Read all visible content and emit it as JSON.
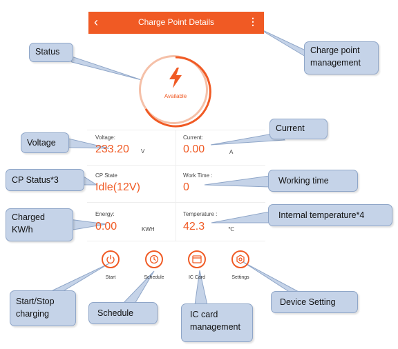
{
  "app": {
    "title": "Charge Point Details",
    "back_icon": "chevron-left-icon",
    "menu_icon": "more-vertical-icon"
  },
  "status": {
    "label": "Available",
    "icon": "lightning-bolt-icon",
    "accent": "#f05a24"
  },
  "readings": {
    "voltage": {
      "label": "Voltage:",
      "value": "233.20",
      "unit": "V"
    },
    "current": {
      "label": "Current:",
      "value": "0.00",
      "unit": "A"
    },
    "cp_state": {
      "label": "CP State",
      "value": "Idle(12V)"
    },
    "work_time": {
      "label": "Work Time :",
      "value": "0"
    },
    "energy": {
      "label": "Energy:",
      "value": "0.00",
      "unit": "KWH"
    },
    "temperature": {
      "label": "Temperature :",
      "value": "42.3",
      "unit": "℃"
    }
  },
  "actions": [
    {
      "label": "Start",
      "icon": "power-icon"
    },
    {
      "label": "Schedule",
      "icon": "clock-icon"
    },
    {
      "label": "IC Card",
      "icon": "card-icon"
    },
    {
      "label": "Settings",
      "icon": "gear-icon"
    }
  ],
  "callouts": {
    "status": "Status",
    "cp_management": [
      "Charge point",
      "management"
    ],
    "voltage": "Voltage",
    "current": "Current",
    "cp_status": "CP Status*3",
    "working_time": "Working time",
    "charged": [
      "Charged",
      "KW/h"
    ],
    "internal_temp": "Internal temperature*4",
    "start_stop": [
      "Start/Stop",
      "charging"
    ],
    "schedule": "Schedule",
    "ic_card": [
      "IC card",
      "management"
    ],
    "device_setting": "Device Setting"
  },
  "colors": {
    "accent": "#f05a24",
    "callout_fill": "#c5d3e8",
    "callout_border": "#8fa6c8"
  }
}
